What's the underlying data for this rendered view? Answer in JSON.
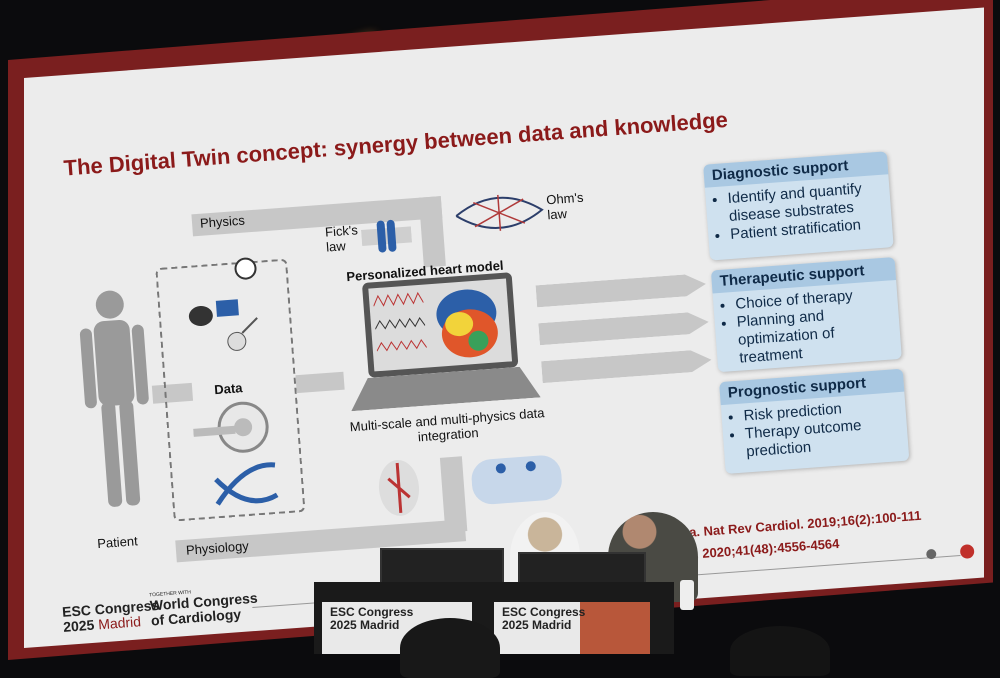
{
  "slide": {
    "title": "The Digital Twin concept: synergy between data and knowledge",
    "labels": {
      "physics": "Physics",
      "physiology": "Physiology",
      "patient": "Patient",
      "data": "Data",
      "ficks_law": "Fick's law",
      "ohms_law": "Ohm's law",
      "heart_model": "Personalized heart model",
      "integration": "Multi-scale and multi-physics data integration"
    },
    "boxes": [
      {
        "title": "Diagnostic support",
        "items": [
          "Identify and quantify disease substrates",
          "Patient stratification"
        ]
      },
      {
        "title": "Therapeutic support",
        "items": [
          "Choice of therapy",
          "Planning and optimization of treatment"
        ]
      },
      {
        "title": "Prognostic support",
        "items": [
          "Risk prediction",
          "Therapy outcome prediction"
        ]
      }
    ],
    "citations": [
      "nova. Nat Rev Cardiol. 2019;16(2):100-111",
      "art J. 2020;41(48):4556-4564"
    ],
    "footer": {
      "esc_line1": "ESC Congress",
      "esc_line2": "2025",
      "esc_city": "Madrid",
      "together": "TOGETHER WITH",
      "wcc_line1": "World Congress",
      "wcc_line2": "of Cardiology"
    }
  },
  "monitors": {
    "left_line1": "ESC Congress",
    "left_line2": "2025 Madrid",
    "right_line1": "ESC Congress",
    "right_line2": "2025 Madrid"
  },
  "colors": {
    "title": "#8b1a1a",
    "box_bg": "#cfe1ef",
    "box_head": "#a9c8e2",
    "frame": "#7a1f1f"
  }
}
